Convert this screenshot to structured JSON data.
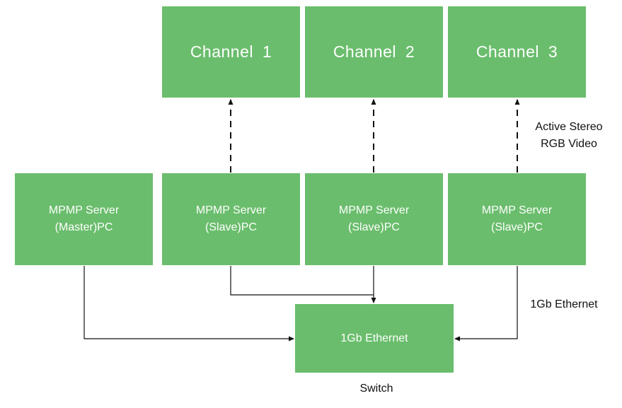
{
  "channels": [
    {
      "label": "Channel  1"
    },
    {
      "label": "Channel  2"
    },
    {
      "label": "Channel  3"
    }
  ],
  "servers": [
    {
      "line1": "MPMP Server",
      "line2": "(Master)PC"
    },
    {
      "line1": "MPMP Server",
      "line2": "(Slave)PC"
    },
    {
      "line1": "MPMP Server",
      "line2": "(Slave)PC"
    },
    {
      "line1": "MPMP Server",
      "line2": "(Slave)PC"
    }
  ],
  "switch": {
    "label": "1Gb Ethernet",
    "caption": "Switch"
  },
  "annotations": {
    "video_line1": "Active Stereo",
    "video_line2": "RGB Video",
    "ethernet": "1Gb Ethernet"
  },
  "colors": {
    "box_fill": "#6abd6c",
    "box_text": "#ffffff",
    "line": "#111111"
  }
}
